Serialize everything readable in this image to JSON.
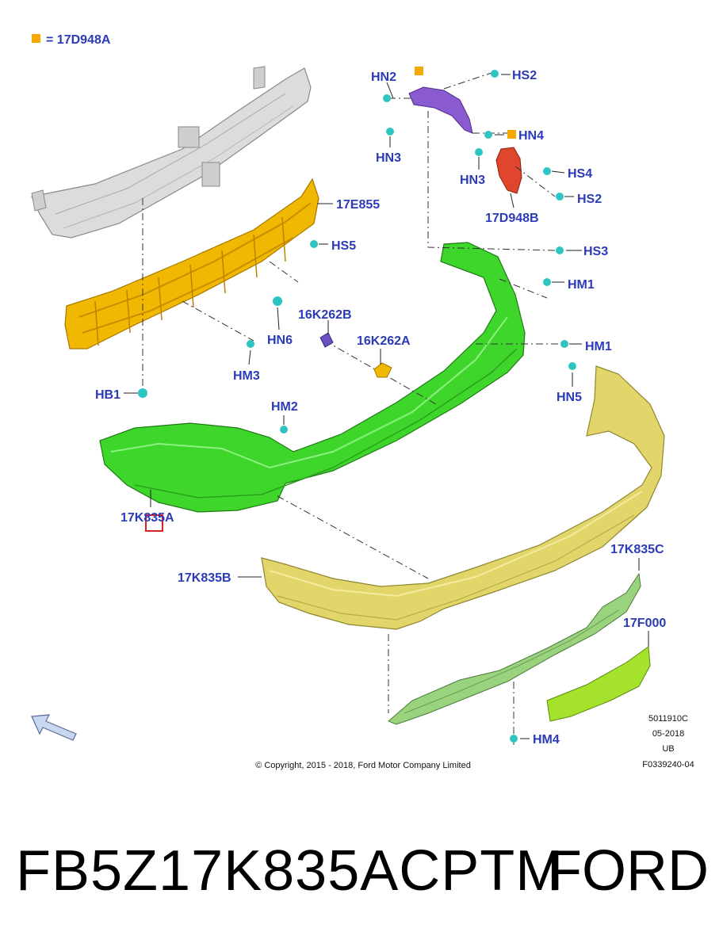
{
  "legend": {
    "text": "= 17D948A",
    "swatch_color": "#f5a800"
  },
  "labels": {
    "l17d948b": "17D948B",
    "l17e855": "17E855",
    "hn2": "HN2",
    "hs2a": "HS2",
    "hn4": "HN4",
    "hn3a": "HN3",
    "hn3b": "HN3",
    "hs4": "HS4",
    "hs2b": "HS2",
    "hs5": "HS5",
    "hs3": "HS3",
    "hm1a": "HM1",
    "hm1b": "HM1",
    "l16k262b": "16K262B",
    "l16k262a": "16K262A",
    "hn6": "HN6",
    "hm3": "HM3",
    "hb1": "HB1",
    "hm2": "HM2",
    "hn5": "HN5",
    "l17k835a": "17K835A",
    "l17k835b": "17K835B",
    "l17k835c": "17K835C",
    "l17f000": "17F000",
    "hm4": "HM4"
  },
  "info": {
    "line1": "5011910C",
    "line2": "05-2018",
    "line3": "UB",
    "line4": "F0339240-04"
  },
  "copyright": "© Copyright, 2015 - 2018, Ford Motor Company Limited",
  "caption": {
    "part_number": "FB5Z17K835ACPTM",
    "brand": "FORD"
  },
  "colors": {
    "callout": "#2b3bb6",
    "reinforcement": "#d8d8d8",
    "absorber": "#f0b800",
    "bumper_cover_upper": "#3fd62c",
    "bumper_cover_lower": "#e2d66a",
    "valance": "#9ad37e",
    "moulding": "#a4e22c",
    "bracket_purple": "#8a5bd0",
    "bracket_red": "#e0452e",
    "fastener": "#2fc4c4",
    "highlight_box": "#e02020"
  }
}
